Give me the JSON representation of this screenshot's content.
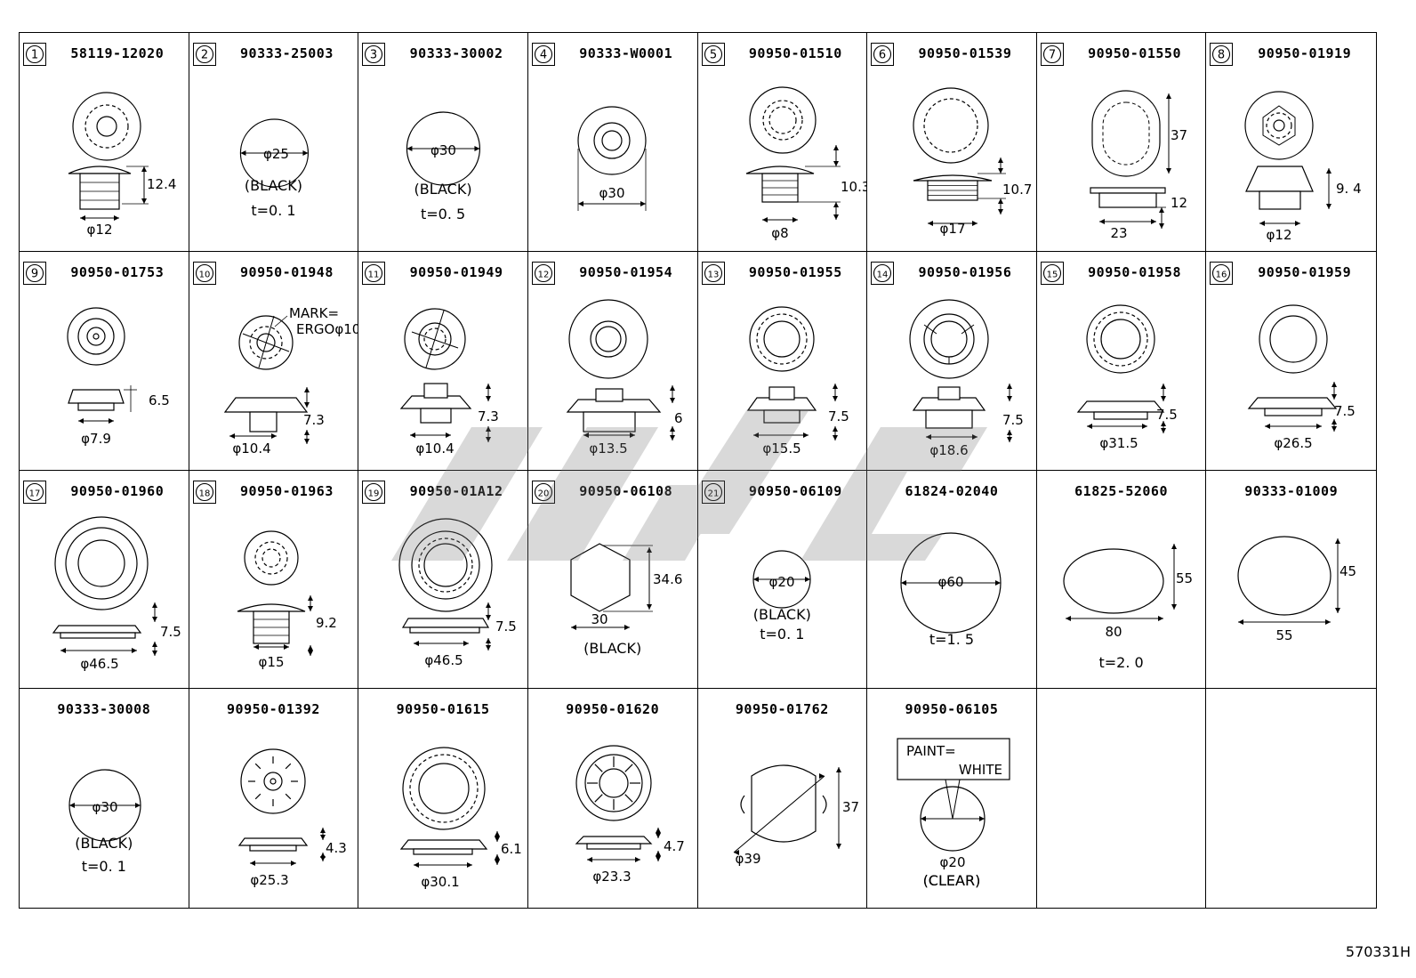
{
  "cells": [
    {
      "number": "1",
      "part": "58119-12020",
      "dims": [
        "12.4",
        "φ12"
      ]
    },
    {
      "number": "2",
      "part": "90333-25003",
      "dims": [
        "φ25"
      ],
      "color": "(BLACK)",
      "thickness": "t=0. 1"
    },
    {
      "number": "3",
      "part": "90333-30002",
      "dims": [
        "φ30"
      ],
      "color": "(BLACK)",
      "thickness": "t=0. 5"
    },
    {
      "number": "4",
      "part": "90333-W0001",
      "dims": [
        "φ30"
      ]
    },
    {
      "number": "5",
      "part": "90950-01510",
      "dims": [
        "10.3",
        "φ8"
      ]
    },
    {
      "number": "6",
      "part": "90950-01539",
      "dims": [
        "10.7",
        "φ17"
      ]
    },
    {
      "number": "7",
      "part": "90950-01550",
      "dims": [
        "37",
        "12",
        "23"
      ]
    },
    {
      "number": "8",
      "part": "90950-01919",
      "dims": [
        "9. 4",
        "φ12"
      ]
    },
    {
      "number": "9",
      "part": "90950-01753",
      "dims": [
        "6.5",
        "φ7.9"
      ]
    },
    {
      "number": "10",
      "part": "90950-01948",
      "dims": [
        "7.3",
        "φ10.4"
      ],
      "mark": "MARK=",
      "mark2": "ERGOφ10"
    },
    {
      "number": "11",
      "part": "90950-01949",
      "dims": [
        "7.3",
        "φ10.4"
      ]
    },
    {
      "number": "12",
      "part": "90950-01954",
      "dims": [
        "6",
        "φ13.5"
      ]
    },
    {
      "number": "13",
      "part": "90950-01955",
      "dims": [
        "7.5",
        "φ15.5"
      ]
    },
    {
      "number": "14",
      "part": "90950-01956",
      "dims": [
        "7.5",
        "φ18.6"
      ]
    },
    {
      "number": "15",
      "part": "90950-01958",
      "dims": [
        "7.5",
        "φ31.5"
      ]
    },
    {
      "number": "16",
      "part": "90950-01959",
      "dims": [
        "7.5",
        "φ26.5"
      ]
    },
    {
      "number": "17",
      "part": "90950-01960",
      "dims": [
        "7.5",
        "φ46.5"
      ]
    },
    {
      "number": "18",
      "part": "90950-01963",
      "dims": [
        "9.2",
        "φ15"
      ]
    },
    {
      "number": "19",
      "part": "90950-01A12",
      "dims": [
        "7.5",
        "φ46.5"
      ]
    },
    {
      "number": "20",
      "part": "90950-06108",
      "dims": [
        "34.6",
        "30"
      ],
      "color": "(BLACK)"
    },
    {
      "number": "21",
      "part": "90950-06109",
      "dims": [
        "φ20"
      ],
      "color": "(BLACK)",
      "thickness": "t=0. 1"
    },
    {
      "number": "",
      "part": "61824-02040",
      "dims": [
        "φ60"
      ],
      "thickness": "t=1. 5"
    },
    {
      "number": "",
      "part": "61825-52060",
      "dims": [
        "55",
        "80"
      ],
      "thickness": "t=2. 0"
    },
    {
      "number": "",
      "part": "90333-01009",
      "dims": [
        "45",
        "55"
      ],
      "color": "(BLACK)"
    },
    {
      "number": "",
      "part": "90333-30008",
      "dims": [
        "φ30"
      ],
      "color": "(BLACK)",
      "thickness": "t=0. 1"
    },
    {
      "number": "",
      "part": "90950-01392",
      "dims": [
        "4.3",
        "φ25.3"
      ]
    },
    {
      "number": "",
      "part": "90950-01615",
      "dims": [
        "6.1",
        "φ30.1"
      ]
    },
    {
      "number": "",
      "part": "90950-01620",
      "dims": [
        "4.7",
        "φ23.3"
      ]
    },
    {
      "number": "",
      "part": "90950-01762",
      "dims": [
        "37",
        "φ39"
      ]
    },
    {
      "number": "",
      "part": "90950-06105",
      "dims": [
        "φ20"
      ],
      "color": "(CLEAR)",
      "mark": "PAINT=",
      "mark2": "WHITE"
    },
    {
      "number": "",
      "part": ""
    },
    {
      "number": "",
      "part": ""
    }
  ],
  "drawing_ref": "570331H"
}
